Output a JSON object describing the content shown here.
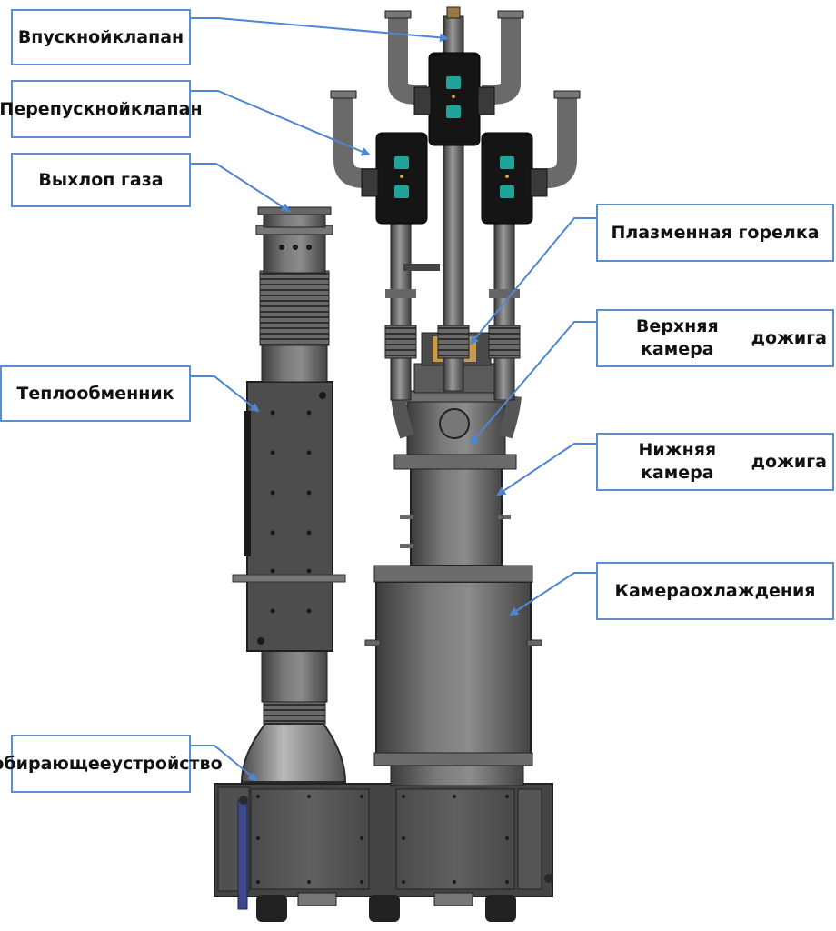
{
  "labels": {
    "inlet_valve": [
      "Впускной",
      "клапан"
    ],
    "bypass_valve": [
      "Перепускной",
      "клапан"
    ],
    "gas_exhaust": [
      "Выхлоп газа"
    ],
    "heat_exchanger": [
      "Теплообменник"
    ],
    "collector": [
      "Собирающее",
      "устройство"
    ],
    "plasma_torch": [
      "Плазменная горелка"
    ],
    "upper_chamber": [
      "Верхняя камера",
      "дожига"
    ],
    "lower_chamber": [
      "Нижняя камера",
      "дожига"
    ],
    "cooling_chamber": [
      "Камера",
      "охлаждения"
    ]
  },
  "colors": {
    "label_border": "#5b8fd0",
    "arrow": "#4f86d2",
    "metal_dark": "#3a3a3a",
    "metal_mid": "#5e5e5e",
    "metal_light": "#8a8a8a",
    "valve_black": "#151515",
    "sensor_teal": "#1fa39a"
  }
}
